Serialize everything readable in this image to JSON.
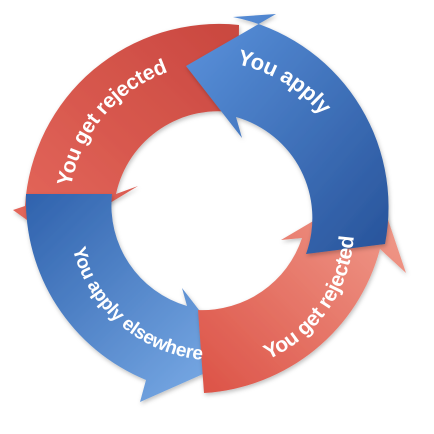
{
  "diagram": {
    "type": "cycle",
    "colors": {
      "red": "#e05f55",
      "blue": "#3f77c4",
      "background": "#ffffff",
      "text": "#ffffff"
    },
    "segments": [
      {
        "id": "top-right",
        "label": "You apply",
        "color": "blue"
      },
      {
        "id": "bottom-right",
        "label": "You get rejected",
        "color": "red"
      },
      {
        "id": "bottom-left",
        "label": "You apply elsewhere",
        "color": "blue"
      },
      {
        "id": "top-left",
        "label": "You get rejected",
        "color": "red"
      }
    ]
  }
}
